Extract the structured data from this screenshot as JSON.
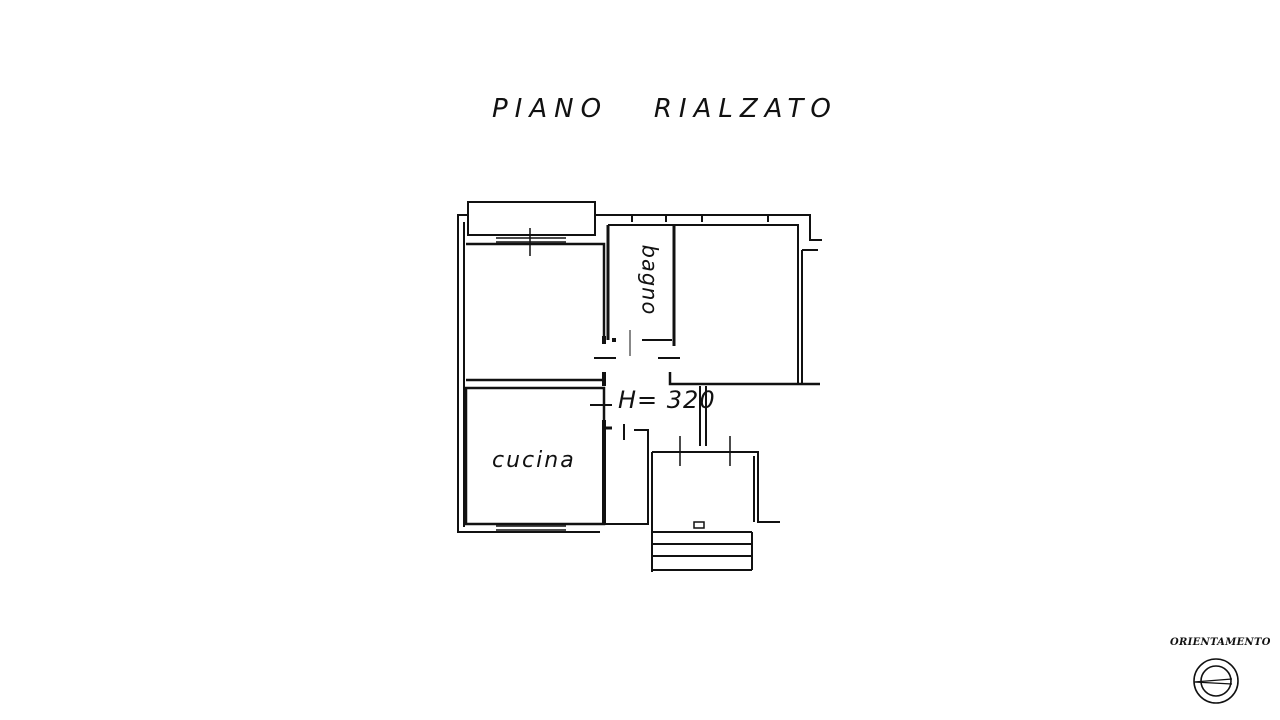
{
  "title": "PIANO   RIALZATO",
  "rooms": [
    {
      "name": "bagno",
      "label": "bagno"
    },
    {
      "name": "cucina",
      "label": "cucina"
    }
  ],
  "height_annotation": "H= 320",
  "orientation": {
    "label": "ORIENTAMENTO",
    "icon": "compass-icon"
  },
  "colors": {
    "line": "#111111",
    "background": "#ffffff"
  }
}
